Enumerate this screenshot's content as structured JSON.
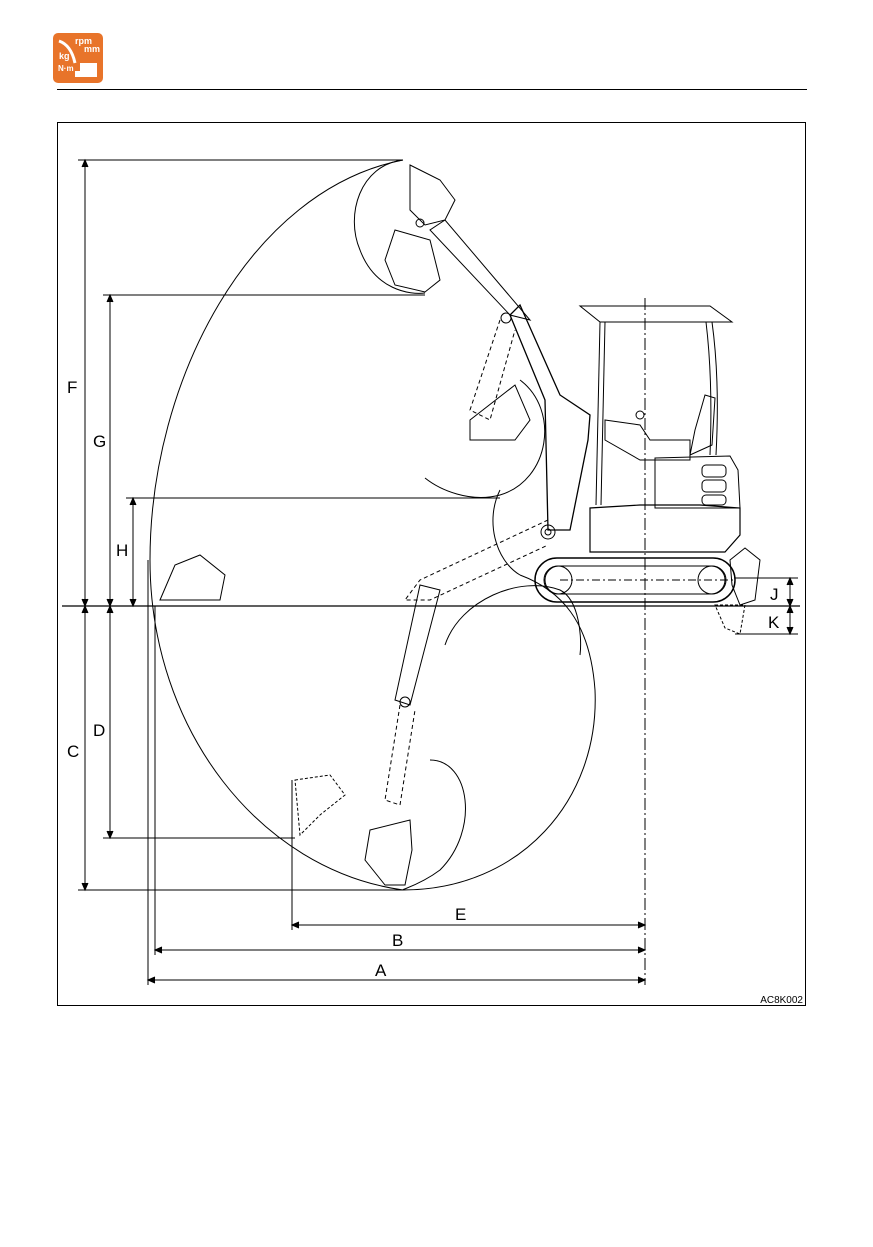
{
  "header": {
    "logo": {
      "icon": "rpm-mm-kg-nm-specifications-icon",
      "bg_color": "#e8742a",
      "text_rpm": "rpm",
      "text_mm": "mm",
      "text_kg": "kg",
      "text_nm": "N·m"
    }
  },
  "figure": {
    "code": "AC8K002",
    "dimension_labels": {
      "A": "A",
      "B": "B",
      "C": "C",
      "D": "D",
      "E": "E",
      "F": "F",
      "G": "G",
      "H": "H",
      "J": "J",
      "K": "K"
    }
  }
}
